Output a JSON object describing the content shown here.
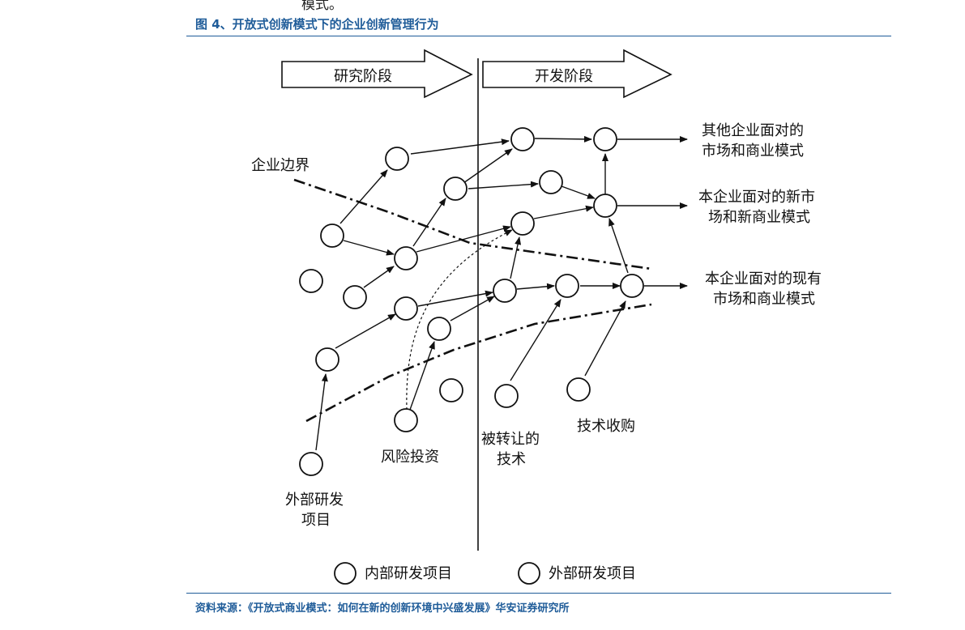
{
  "header": {
    "top_fragment": "模式。",
    "figure_title": "图 4、开放式创新模式下的企业创新管理行为"
  },
  "diagram": {
    "stage_research": "研究阶段",
    "stage_development": "开发阶段",
    "boundary_label": "企业边界",
    "outcome_other_line1": "其他企业面对的",
    "outcome_other_line2": "市场和商业模式",
    "outcome_new_line1": "本企业面对的新市",
    "outcome_new_line2": "场和新商业模式",
    "outcome_current_line1": "本企业面对的现有",
    "outcome_current_line2": "市场和商业模式",
    "source_external_line1": "外部研发",
    "source_external_line2": "项目",
    "source_vc": "风险投资",
    "source_licensed_line1": "被转让的",
    "source_licensed_line2": "技术",
    "source_acquisition": "技术收购",
    "legend_internal": "内部研发项目",
    "legend_external": "外部研发项目"
  },
  "footer": {
    "source": "资料来源：《开放式商业模式：如何在新的创新环境中兴盛发展》华安证券研究所"
  }
}
